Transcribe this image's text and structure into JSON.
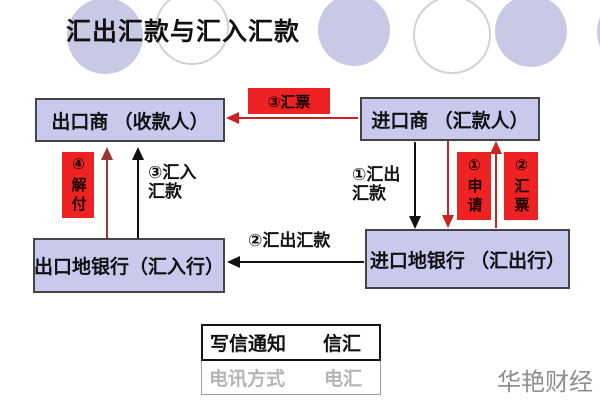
{
  "title": "汇出汇款与汇入汇款",
  "colors": {
    "boxFill": "#c9c9ee",
    "boxBorder": "#454545",
    "redBox": "#ee2222",
    "redArrow": "#cc2222",
    "maroonArrow": "#953735",
    "black": "#111111",
    "circleFill": "#c9c9e6",
    "circleLine": "#d2d2d2",
    "grayText": "#b5b5b5",
    "grayLine": "#9e9e9e",
    "watermark": "#8f8f8f"
  },
  "nodes": {
    "exporter": {
      "label": "出口商 （收款人）"
    },
    "importer": {
      "label": "进口商 （汇款人）"
    },
    "exporter_bank": {
      "label": "出口地银行（汇入行）"
    },
    "importer_bank": {
      "label": "进口地银行 （汇出行）"
    }
  },
  "steps": {
    "draft_to_exporter": "③汇票",
    "settle": "④解付",
    "apply": "①申请",
    "draft_to_importer": "②汇票",
    "inward_line1": "③汇入",
    "inward_line2": "汇款",
    "outward_line1": "①汇出",
    "outward_line2": "汇款",
    "bank_transfer": "②汇出汇款"
  },
  "legend": {
    "rows": [
      {
        "method": "写信通知",
        "mode": "信汇"
      },
      {
        "method": "电讯方式",
        "mode": "电汇"
      }
    ]
  },
  "watermark": "华艳财经"
}
